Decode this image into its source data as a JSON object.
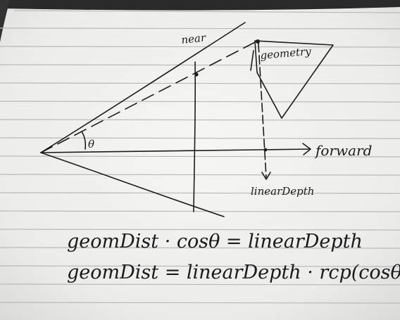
{
  "labels": {
    "near": "near",
    "geometry": "geometry",
    "angle": "θ",
    "forward": "forward",
    "linear_depth": "linearDepth",
    "equation_1": "geomDist · cosθ = linearDepth",
    "equation_2": "geomDist = linearDepth · rcp(cosθ)"
  },
  "colors": {
    "paper": "#f3f3f1",
    "rule_line": "#b9b9b9",
    "ink": "#1c1c1c",
    "background": "#1e1e1e"
  }
}
